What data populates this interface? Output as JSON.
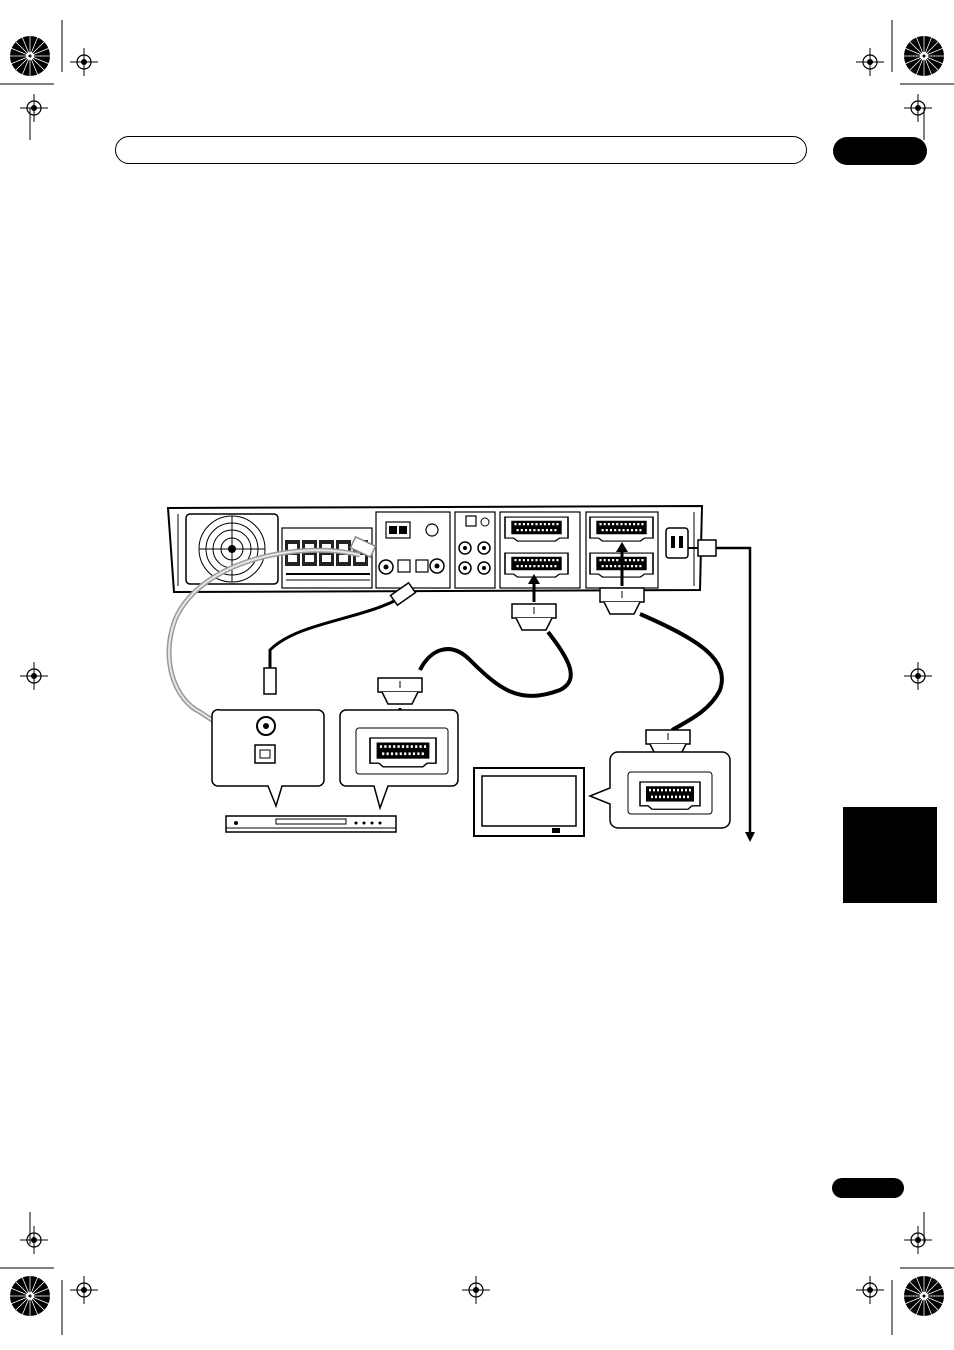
{
  "page": {
    "header": {
      "title": "",
      "chapter_number": ""
    },
    "page_number": "",
    "language_tab": "",
    "illustration": {
      "subject": "rear-panel-connection-diagram",
      "devices": [
        "receiver-rear-panel",
        "dvd-player",
        "scart-device",
        "television",
        "mains-outlet"
      ],
      "connectors": [
        "coaxial-digital",
        "optical-digital",
        "scart-av-in",
        "scart-tv-out",
        "ac-power"
      ]
    }
  }
}
